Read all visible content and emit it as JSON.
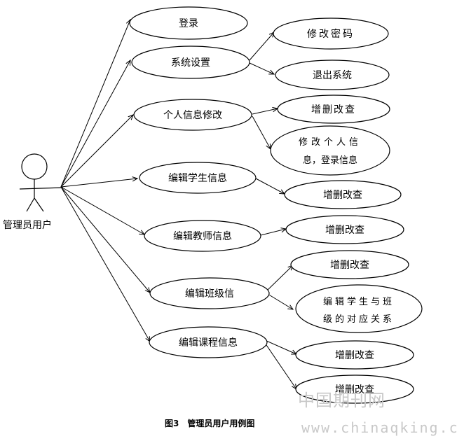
{
  "actor": {
    "label": "管理员用户"
  },
  "use_cases": {
    "login": "登录",
    "system_settings": "系统设置",
    "change_password": "修改密码",
    "logout": "退出系统",
    "personal_info": "个人信息修改",
    "personal_crud": "增删改查",
    "modify_personal_line1": "修改个人信",
    "modify_personal_line2": "息，登录信息",
    "edit_student": "编辑学生信息",
    "student_crud": "增删改查",
    "edit_teacher": "编辑教师信息",
    "teacher_crud": "增删改查",
    "edit_class": "编辑班级信",
    "class_crud": "增删改查",
    "class_student_line1": "编辑学生与班",
    "class_student_line2": "级的对应关系",
    "edit_course": "编辑课程信息",
    "course_crud_1": "增删改查",
    "course_crud_2": "增删改查"
  },
  "caption": "图3　管理员用户用例图",
  "watermark": {
    "cn": "中国期刊网",
    "url": "www.chinaqking.com"
  }
}
